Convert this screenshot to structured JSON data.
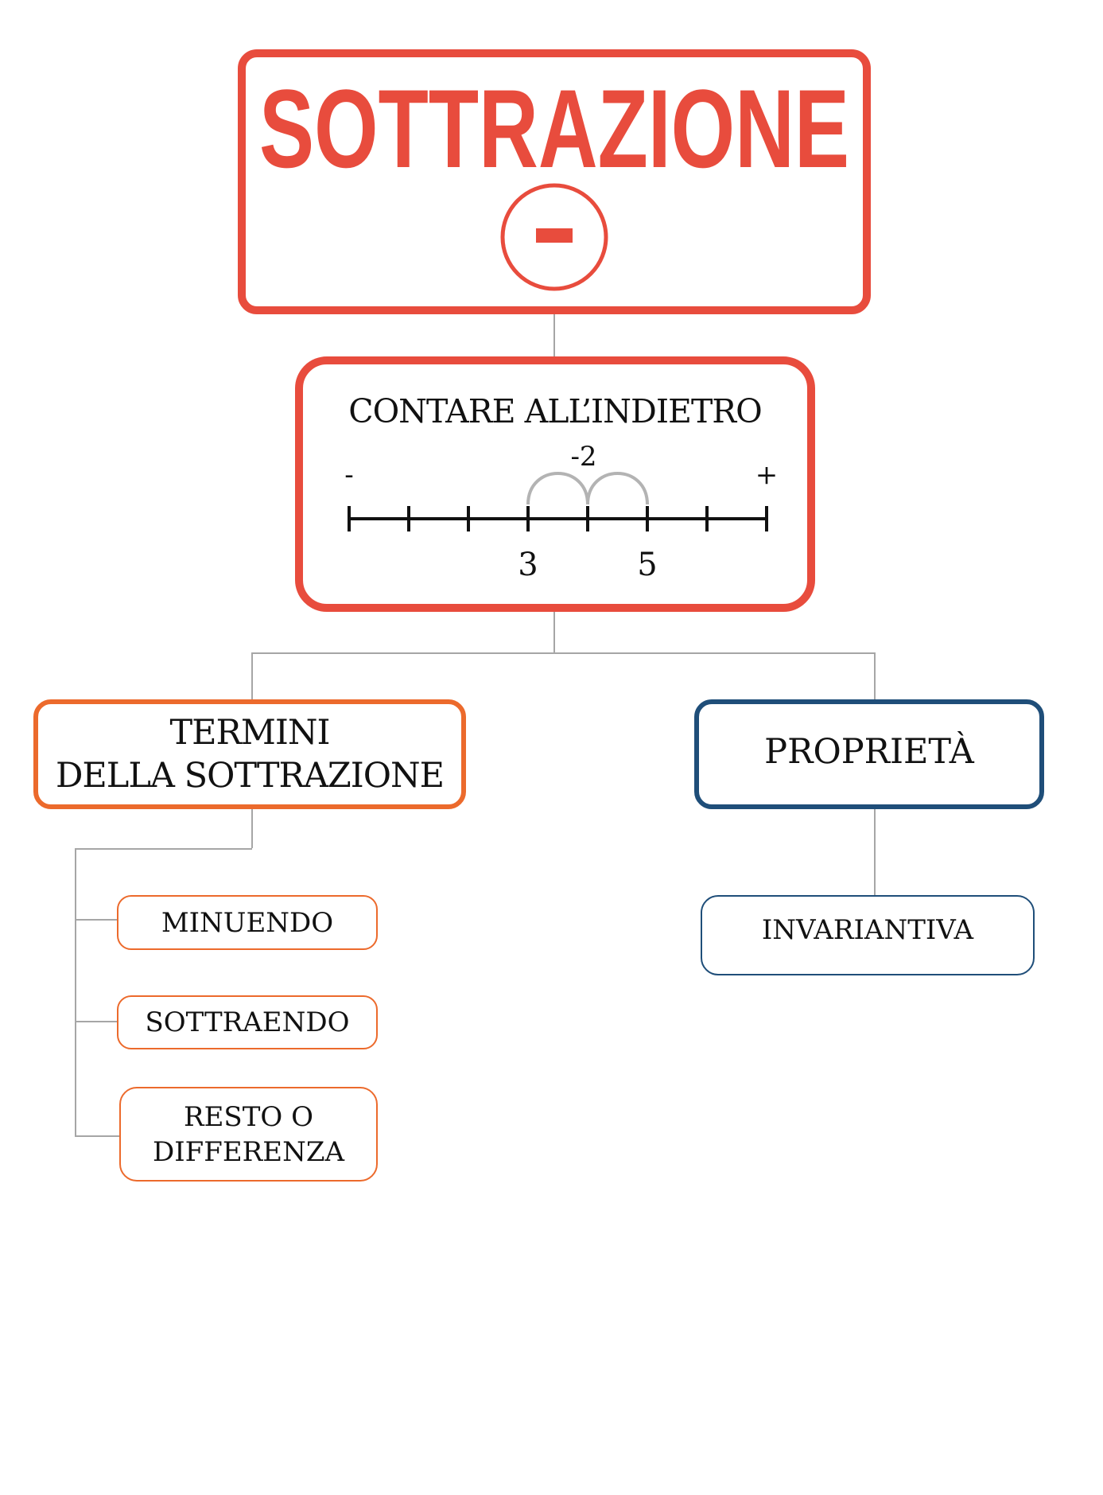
{
  "title": {
    "text": "SOTTRAZIONE",
    "symbol": "-"
  },
  "counting": {
    "heading": "CONTARE ALL’INDIETRO",
    "minus_sign": "-",
    "plus_sign": "+",
    "jump_label": "-2",
    "label_3": "3",
    "label_5": "5",
    "ticks": 8,
    "jumps": 2
  },
  "terms": {
    "heading_line1": "TERMINI",
    "heading_line2": "DELLA SOTTRAZIONE",
    "items": [
      "MINUENDO",
      "SOTTRAENDO"
    ],
    "resto_line1": "RESTO O",
    "resto_line2": "DIFFERENZA"
  },
  "properties": {
    "heading": "PROPRIETÀ",
    "items": [
      "INVARIANTIVA"
    ]
  },
  "colors": {
    "red": "#e84c3d",
    "orange": "#ec6a2c",
    "blue": "#1f4e79",
    "connector": "#a6a6a6"
  }
}
